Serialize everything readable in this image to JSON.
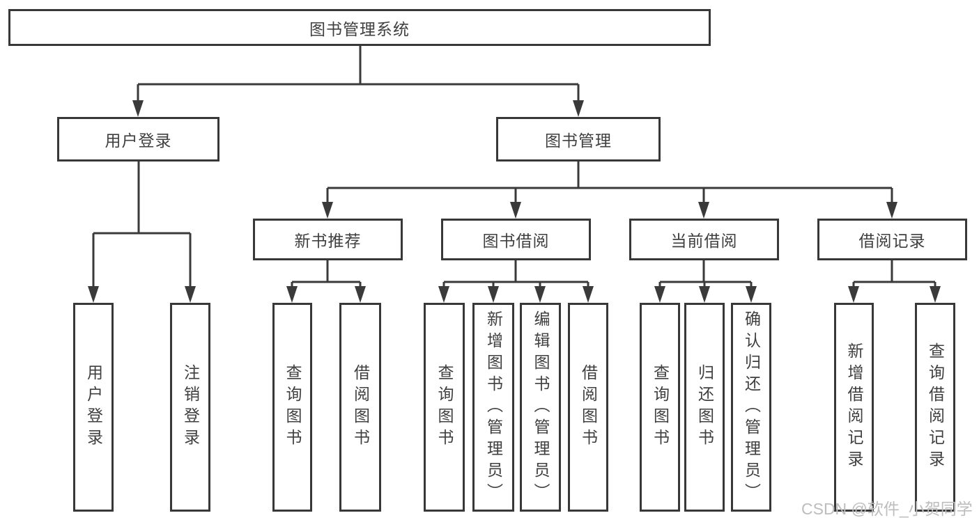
{
  "diagram": {
    "root": {
      "label": "图书管理系统"
    },
    "user_branch": {
      "label": "用户登录",
      "children": [
        "用户登录",
        "注销登录"
      ]
    },
    "book_branch": {
      "label": "图书管理",
      "groups": [
        {
          "label": "新书推荐",
          "children": [
            "查询图书",
            "借阅图书"
          ]
        },
        {
          "label": "图书借阅",
          "children": [
            "查询图书",
            "新增图书（管理员）",
            "编辑图书（管理员）",
            "借阅图书"
          ]
        },
        {
          "label": "当前借阅",
          "children": [
            "查询图书",
            "归还图书",
            "确认归还（管理员）"
          ]
        },
        {
          "label": "借阅记录",
          "children": [
            "新增借阅记录",
            "查询借阅记录"
          ]
        }
      ]
    }
  },
  "watermark": "CSDN @软件_小贺同学",
  "colors": {
    "line": "#3a3a3a",
    "text": "#3f3f3f",
    "watermark": "#bdbdbd",
    "background": "#ffffff"
  }
}
